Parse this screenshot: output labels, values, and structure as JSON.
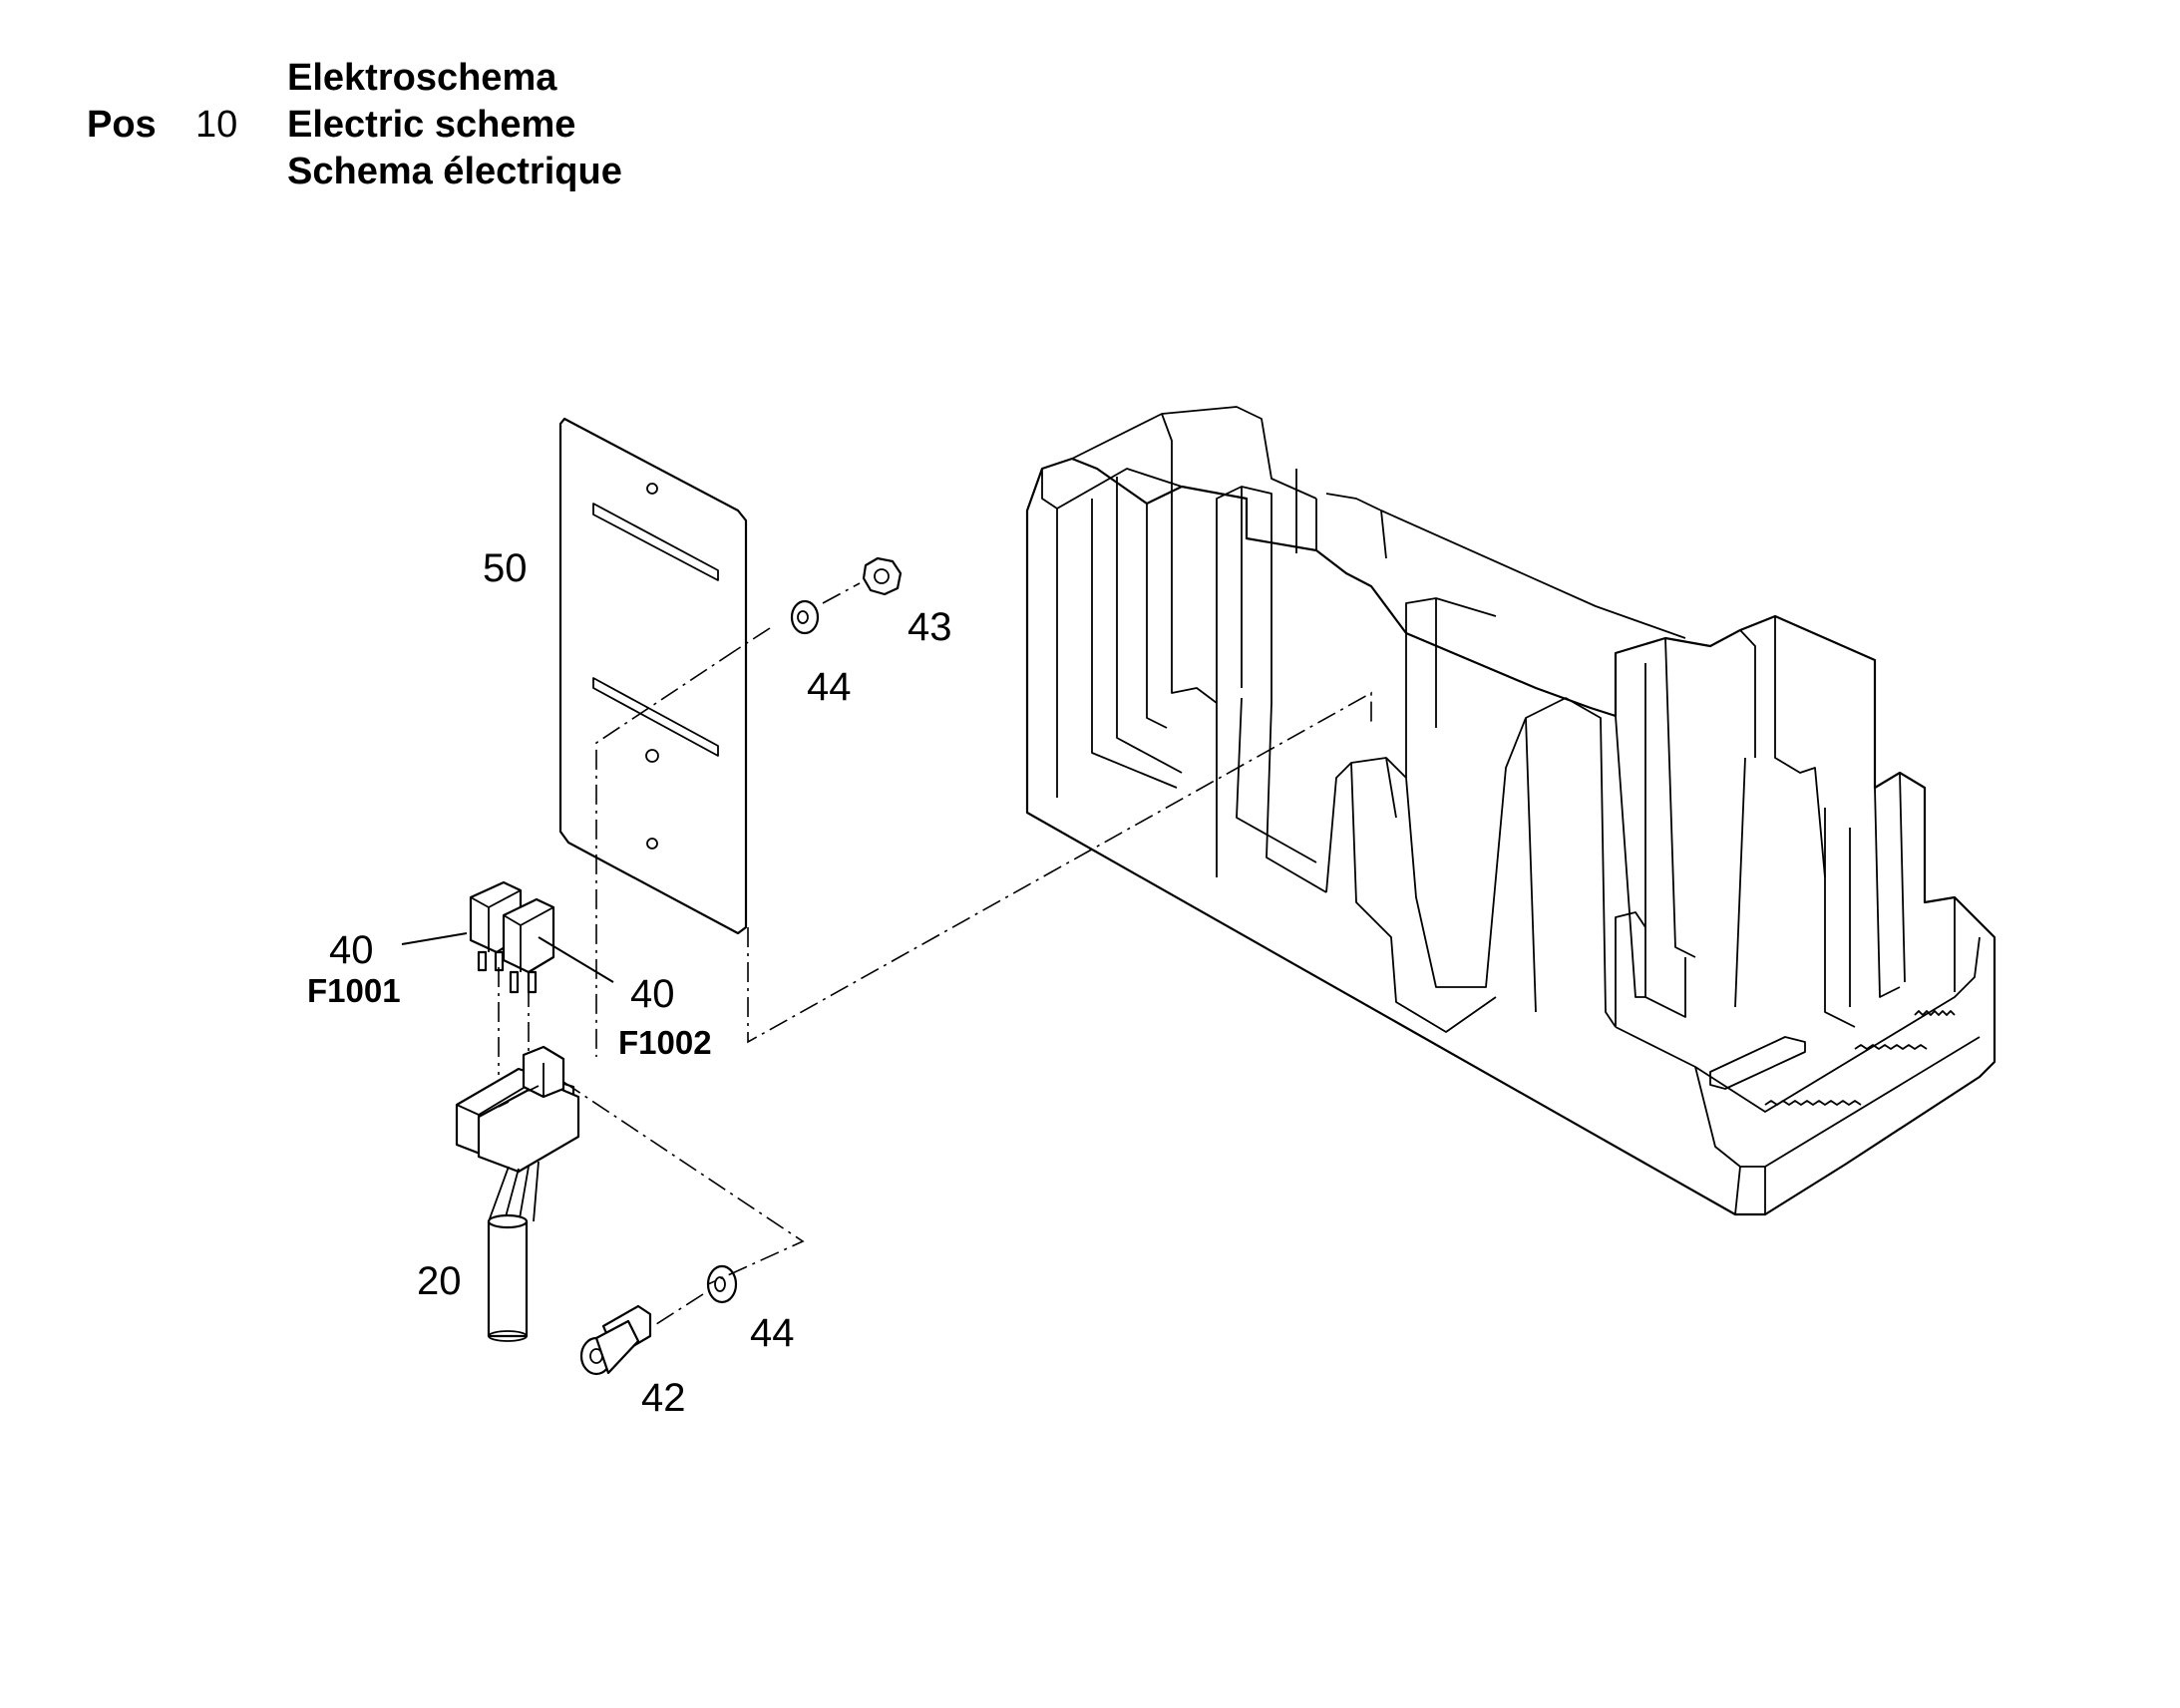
{
  "header": {
    "pos_label": "Pos",
    "pos_number": "10",
    "title_de": "Elektroschema",
    "title_en": "Electric scheme",
    "title_fr": "Schema électrique"
  },
  "callouts": {
    "plate": "50",
    "nut": "43",
    "washer_top": "44",
    "fuse_left": "40",
    "fuse_left_ref": "F1001",
    "fuse_right": "40",
    "fuse_right_ref": "F1002",
    "cable_holder": "20",
    "washer_bottom": "44",
    "screw": "42"
  }
}
